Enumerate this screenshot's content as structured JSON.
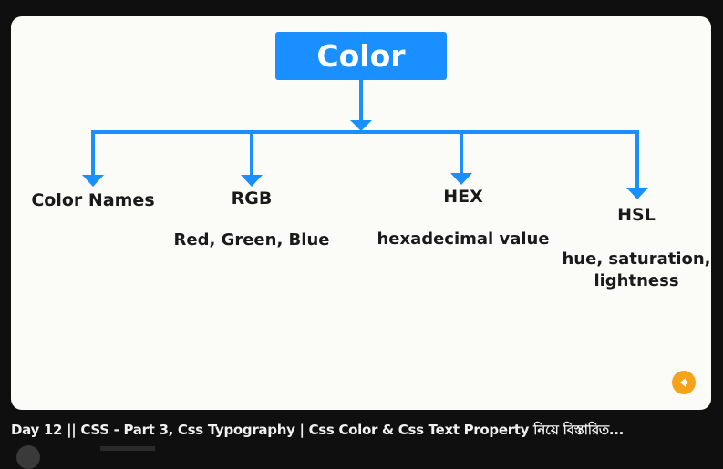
{
  "video": {
    "title": "Day 12 || CSS - Part 3, Css Typography | Css Color & Css Text Property নিয়ে বিস্তারিত..."
  },
  "diagram": {
    "root": "Color",
    "branches": [
      {
        "label": "Color Names",
        "description": ""
      },
      {
        "label": "RGB",
        "description": "Red, Green, Blue"
      },
      {
        "label": "HEX",
        "description": "hexadecimal value"
      },
      {
        "label": "HSL",
        "description_line1": "hue, saturation,",
        "description_line2": "lightness"
      }
    ]
  },
  "colors": {
    "accent": "#1a8fff",
    "background": "#fbfbf8",
    "badge": "#f7a21b"
  },
  "icons": {
    "badge": "play-arrow-icon"
  }
}
